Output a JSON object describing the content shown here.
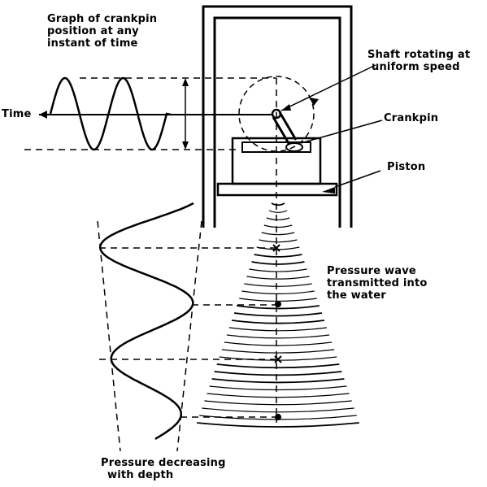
{
  "labels": {
    "graph_line1": "Graph of crankpin",
    "graph_line2": "position at any",
    "graph_line3": "instant of time",
    "time": "Time",
    "shaft_line1": "Shaft rotating at",
    "shaft_line2": "uniform speed",
    "crankpin": "Crankpin",
    "piston": "Piston",
    "wave_line1": "Pressure wave",
    "wave_line2": "transmitted into",
    "wave_line3": "the water",
    "depth_line1": "Pressure decreasing",
    "depth_line2": "with depth"
  },
  "colors": {
    "ink": "#000000",
    "background": "#ffffff"
  }
}
